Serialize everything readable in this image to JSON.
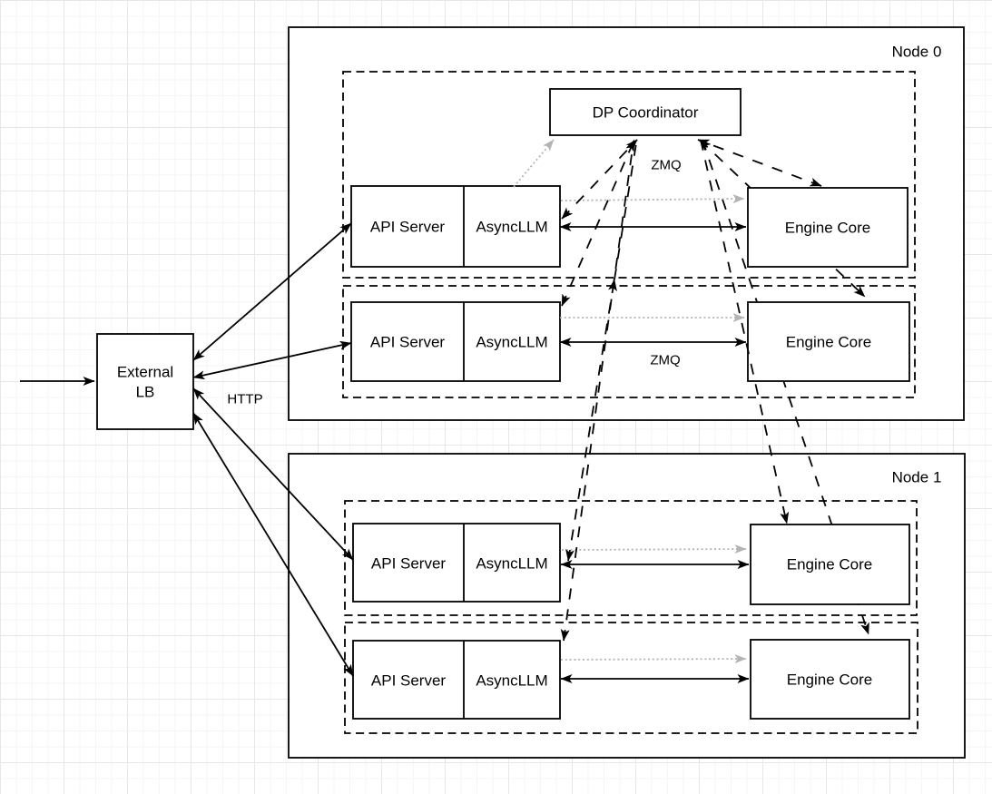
{
  "diagram": {
    "type": "architecture-diagram",
    "node_labels": {
      "node0": "Node 0",
      "node1": "Node 1"
    },
    "external_lb": {
      "line1": "External",
      "line2": "LB"
    },
    "dp_coordinator": {
      "label": "DP Coordinator"
    },
    "rows": [
      {
        "api": "API Server",
        "async": "AsyncLLM",
        "engine": "Engine Core"
      },
      {
        "api": "API Server",
        "async": "AsyncLLM",
        "engine": "Engine Core"
      },
      {
        "api": "API Server",
        "async": "AsyncLLM",
        "engine": "Engine Core"
      },
      {
        "api": "API Server",
        "async": "AsyncLLM",
        "engine": "Engine Core"
      }
    ],
    "edge_labels": {
      "http": "HTTP",
      "zmq_coordinator": "ZMQ",
      "zmq_engine": "ZMQ"
    },
    "colors": {
      "line": "#000000",
      "gray_arrow": "#b3b3b3",
      "box_fill": "#ffffff"
    }
  }
}
